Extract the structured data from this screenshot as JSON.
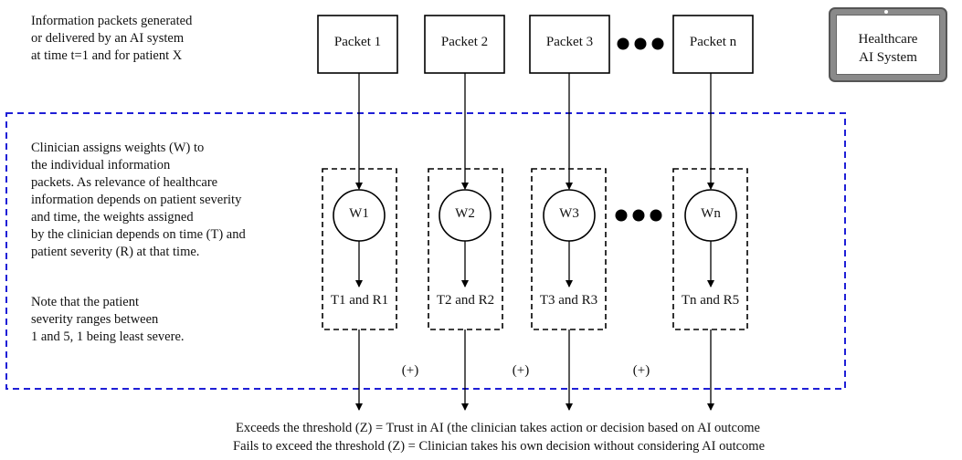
{
  "intro_text": [
    "Information packets generated",
    "or delivered by an AI system",
    "at time t=1 and for patient X"
  ],
  "device": {
    "label_line1": "Healthcare",
    "label_line2": "AI System"
  },
  "packets": [
    {
      "label": "Packet 1",
      "weight": "W1",
      "tr": "T1 and R1"
    },
    {
      "label": "Packet 2",
      "weight": "W2",
      "tr": "T2 and R2"
    },
    {
      "label": "Packet 3",
      "weight": "W3",
      "tr": "T3 and R3"
    },
    {
      "label": "Packet n",
      "weight": "Wn",
      "tr": "Tn and R5"
    }
  ],
  "clinician_text": [
    "Clinician assigns weights (W) to",
    "the individual information",
    "packets. As relevance of healthcare",
    "information depends on patient severity",
    "and time, the weights assigned",
    "by the clinician depends on time (T) and",
    "patient severity (R) at that time."
  ],
  "note_text": [
    "Note that the patient",
    "severity ranges between",
    "1 and 5, 1 being least severe."
  ],
  "plus_signs": [
    "(+)",
    "(+)",
    "(+)"
  ],
  "outcome_text": [
    "Exceeds the threshold (Z) = Trust in AI (the clinician takes action or decision based on AI outcome",
    "Fails to exceed the threshold (Z) = Clinician takes his own decision without considering AI outcome"
  ],
  "colors": {
    "dashed_region": "#1f1fd6",
    "stroke": "#000000",
    "device_body": "#8a8a8a"
  }
}
